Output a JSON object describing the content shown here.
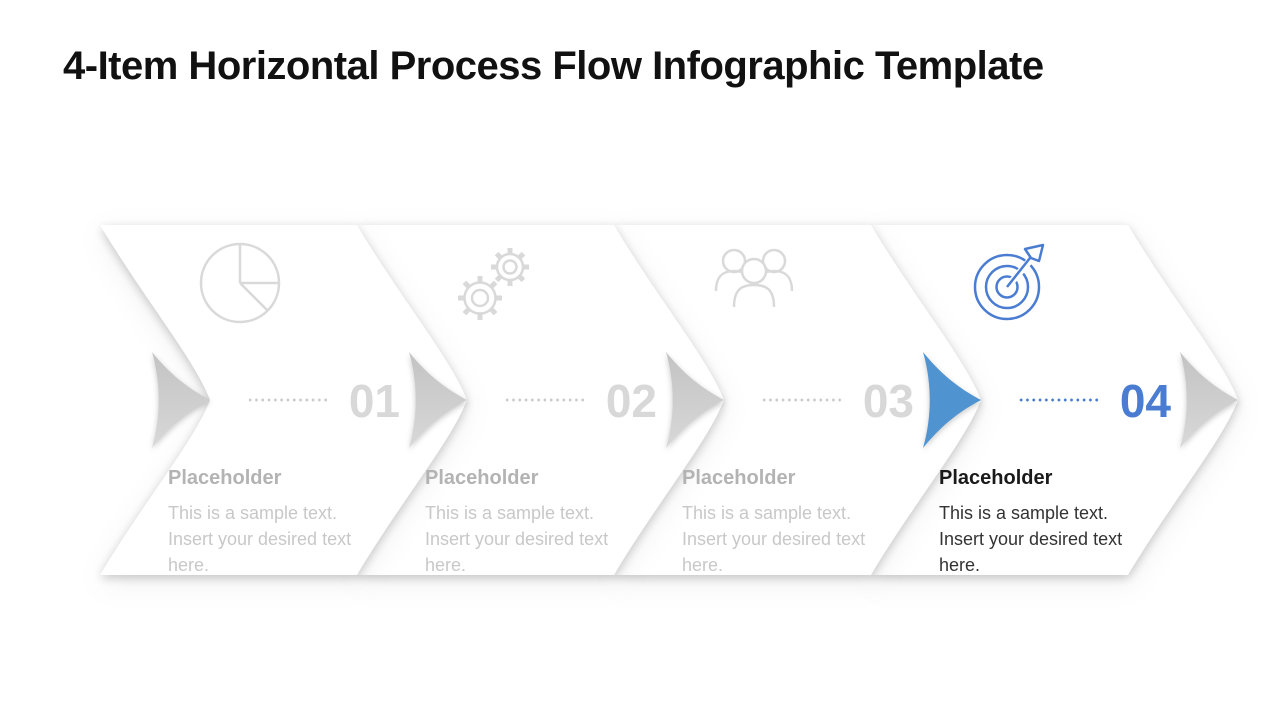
{
  "title": "4-Item Horizontal Process Flow Infographic Template",
  "colors": {
    "title_color": "#111111",
    "heading_gray": "#b3b3b3",
    "heading_dark": "#1a1a1a",
    "body_gray": "#c8c8c8",
    "body_dark": "#333333",
    "number_gray": "#d8d8d8",
    "number_blue": "#4a7cd1",
    "dot_gray": "#cbcbcb",
    "dot_blue": "#4a7cd1",
    "icon_gray": "#d9d9d9",
    "icon_blue": "#4a7cd1",
    "arrow_gray": "#c9c9c9",
    "arrow_blue": "#4f93d1",
    "panel_white": "#ffffff"
  },
  "items": [
    {
      "number": "01",
      "icon": "pie-chart-icon",
      "heading": "Placeholder",
      "body": "This is a sample text. Insert your desired text here.",
      "state": "inactive"
    },
    {
      "number": "02",
      "icon": "gears-icon",
      "heading": "Placeholder",
      "body": "This is a sample text. Insert your desired text here.",
      "state": "inactive"
    },
    {
      "number": "03",
      "icon": "team-icon",
      "heading": "Placeholder",
      "body": "This is a sample text. Insert your desired text here.",
      "state": "inactive"
    },
    {
      "number": "04",
      "icon": "target-arrow-icon",
      "heading": "Placeholder",
      "body": "This is a sample text. Insert your desired text here.",
      "state": "active"
    }
  ]
}
